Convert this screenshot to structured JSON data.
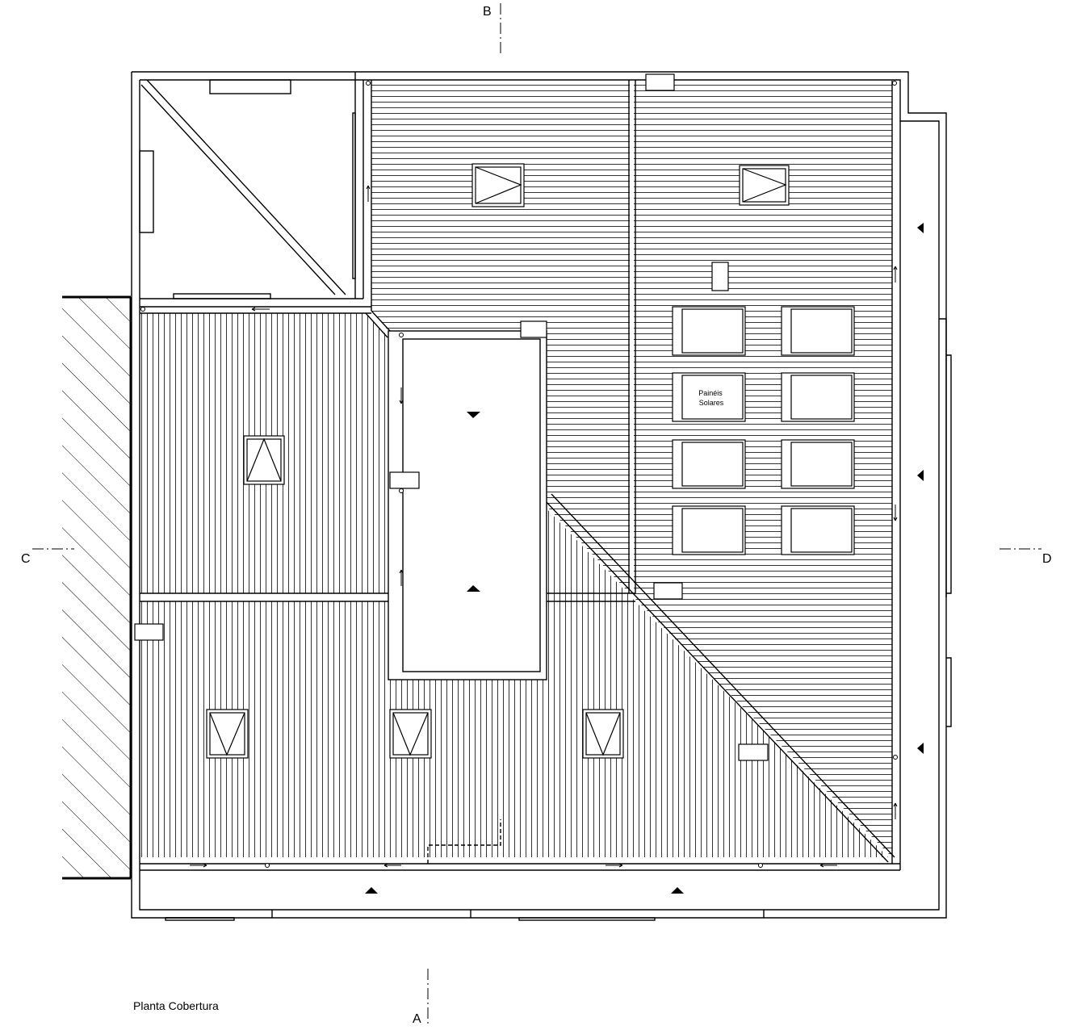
{
  "drawing": {
    "title": "Planta Cobertura",
    "section_markers": {
      "a": "A",
      "b": "B",
      "c": "C",
      "d": "D"
    },
    "solar_label_line1": "Painéis",
    "solar_label_line2": "Solares"
  },
  "colors": {
    "line": "#000000",
    "background": "#ffffff"
  }
}
